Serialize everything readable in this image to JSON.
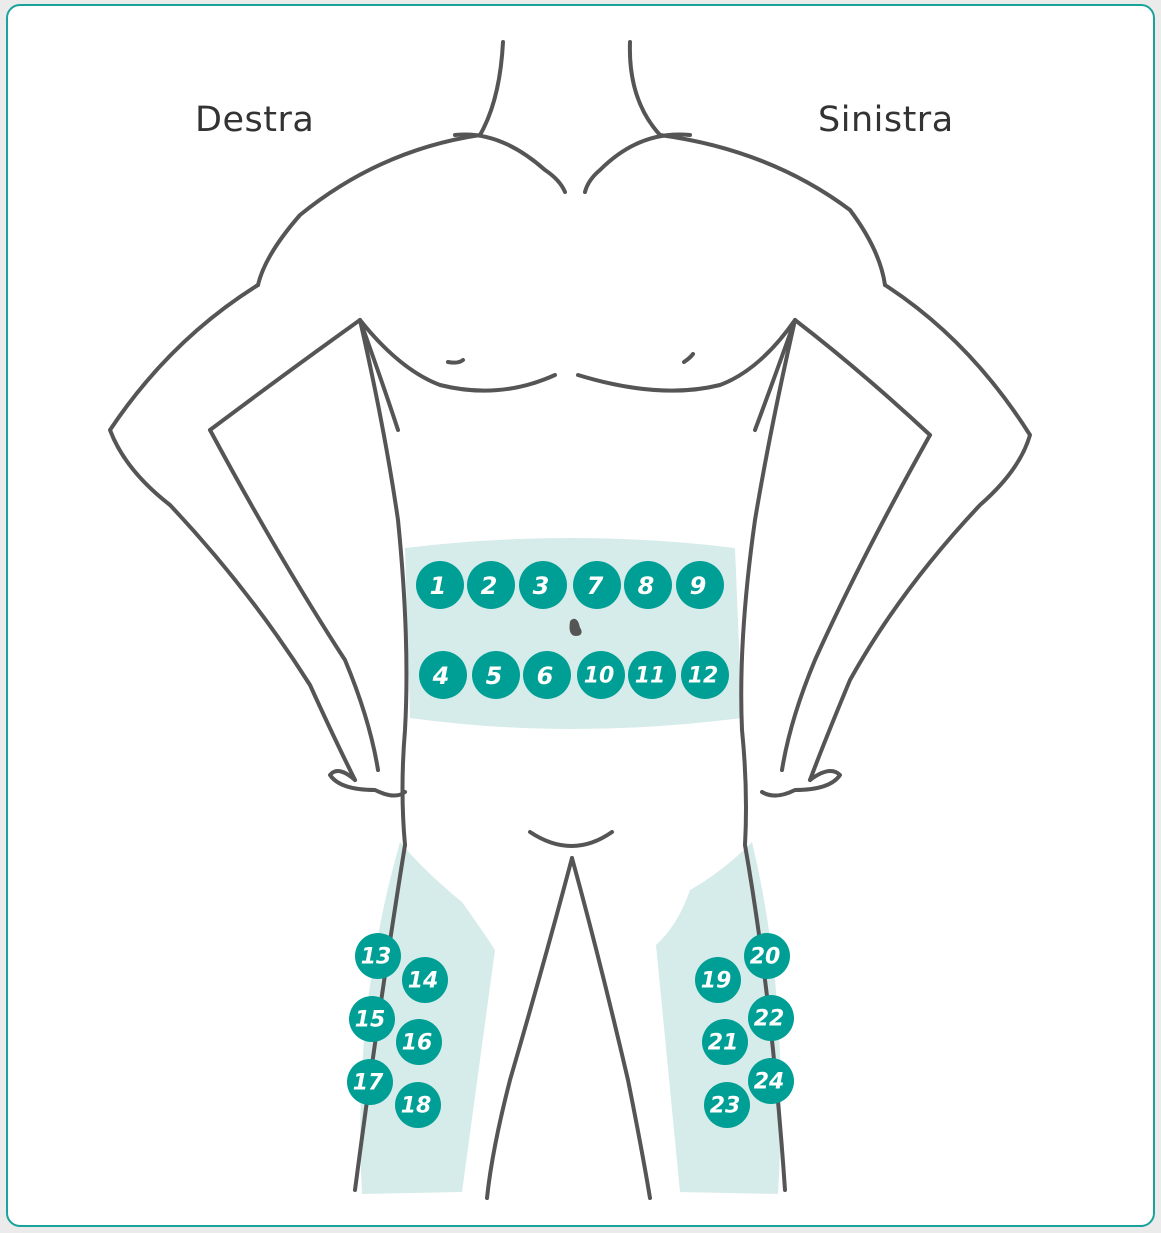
{
  "labels": {
    "right": "Destra",
    "left": "Sinistra"
  },
  "colors": {
    "accent": "#009f95",
    "zone": "#d6ecea",
    "outline": "#555555",
    "border": "#1aa39a"
  },
  "injection_sites": {
    "abdomen_upper": [
      "1",
      "2",
      "3",
      "7",
      "8",
      "9"
    ],
    "abdomen_lower": [
      "4",
      "5",
      "6",
      "10",
      "11",
      "12"
    ],
    "right_thigh": [
      "13",
      "14",
      "15",
      "16",
      "17",
      "18"
    ],
    "left_thigh": [
      "19",
      "20",
      "21",
      "22",
      "23",
      "24"
    ]
  }
}
